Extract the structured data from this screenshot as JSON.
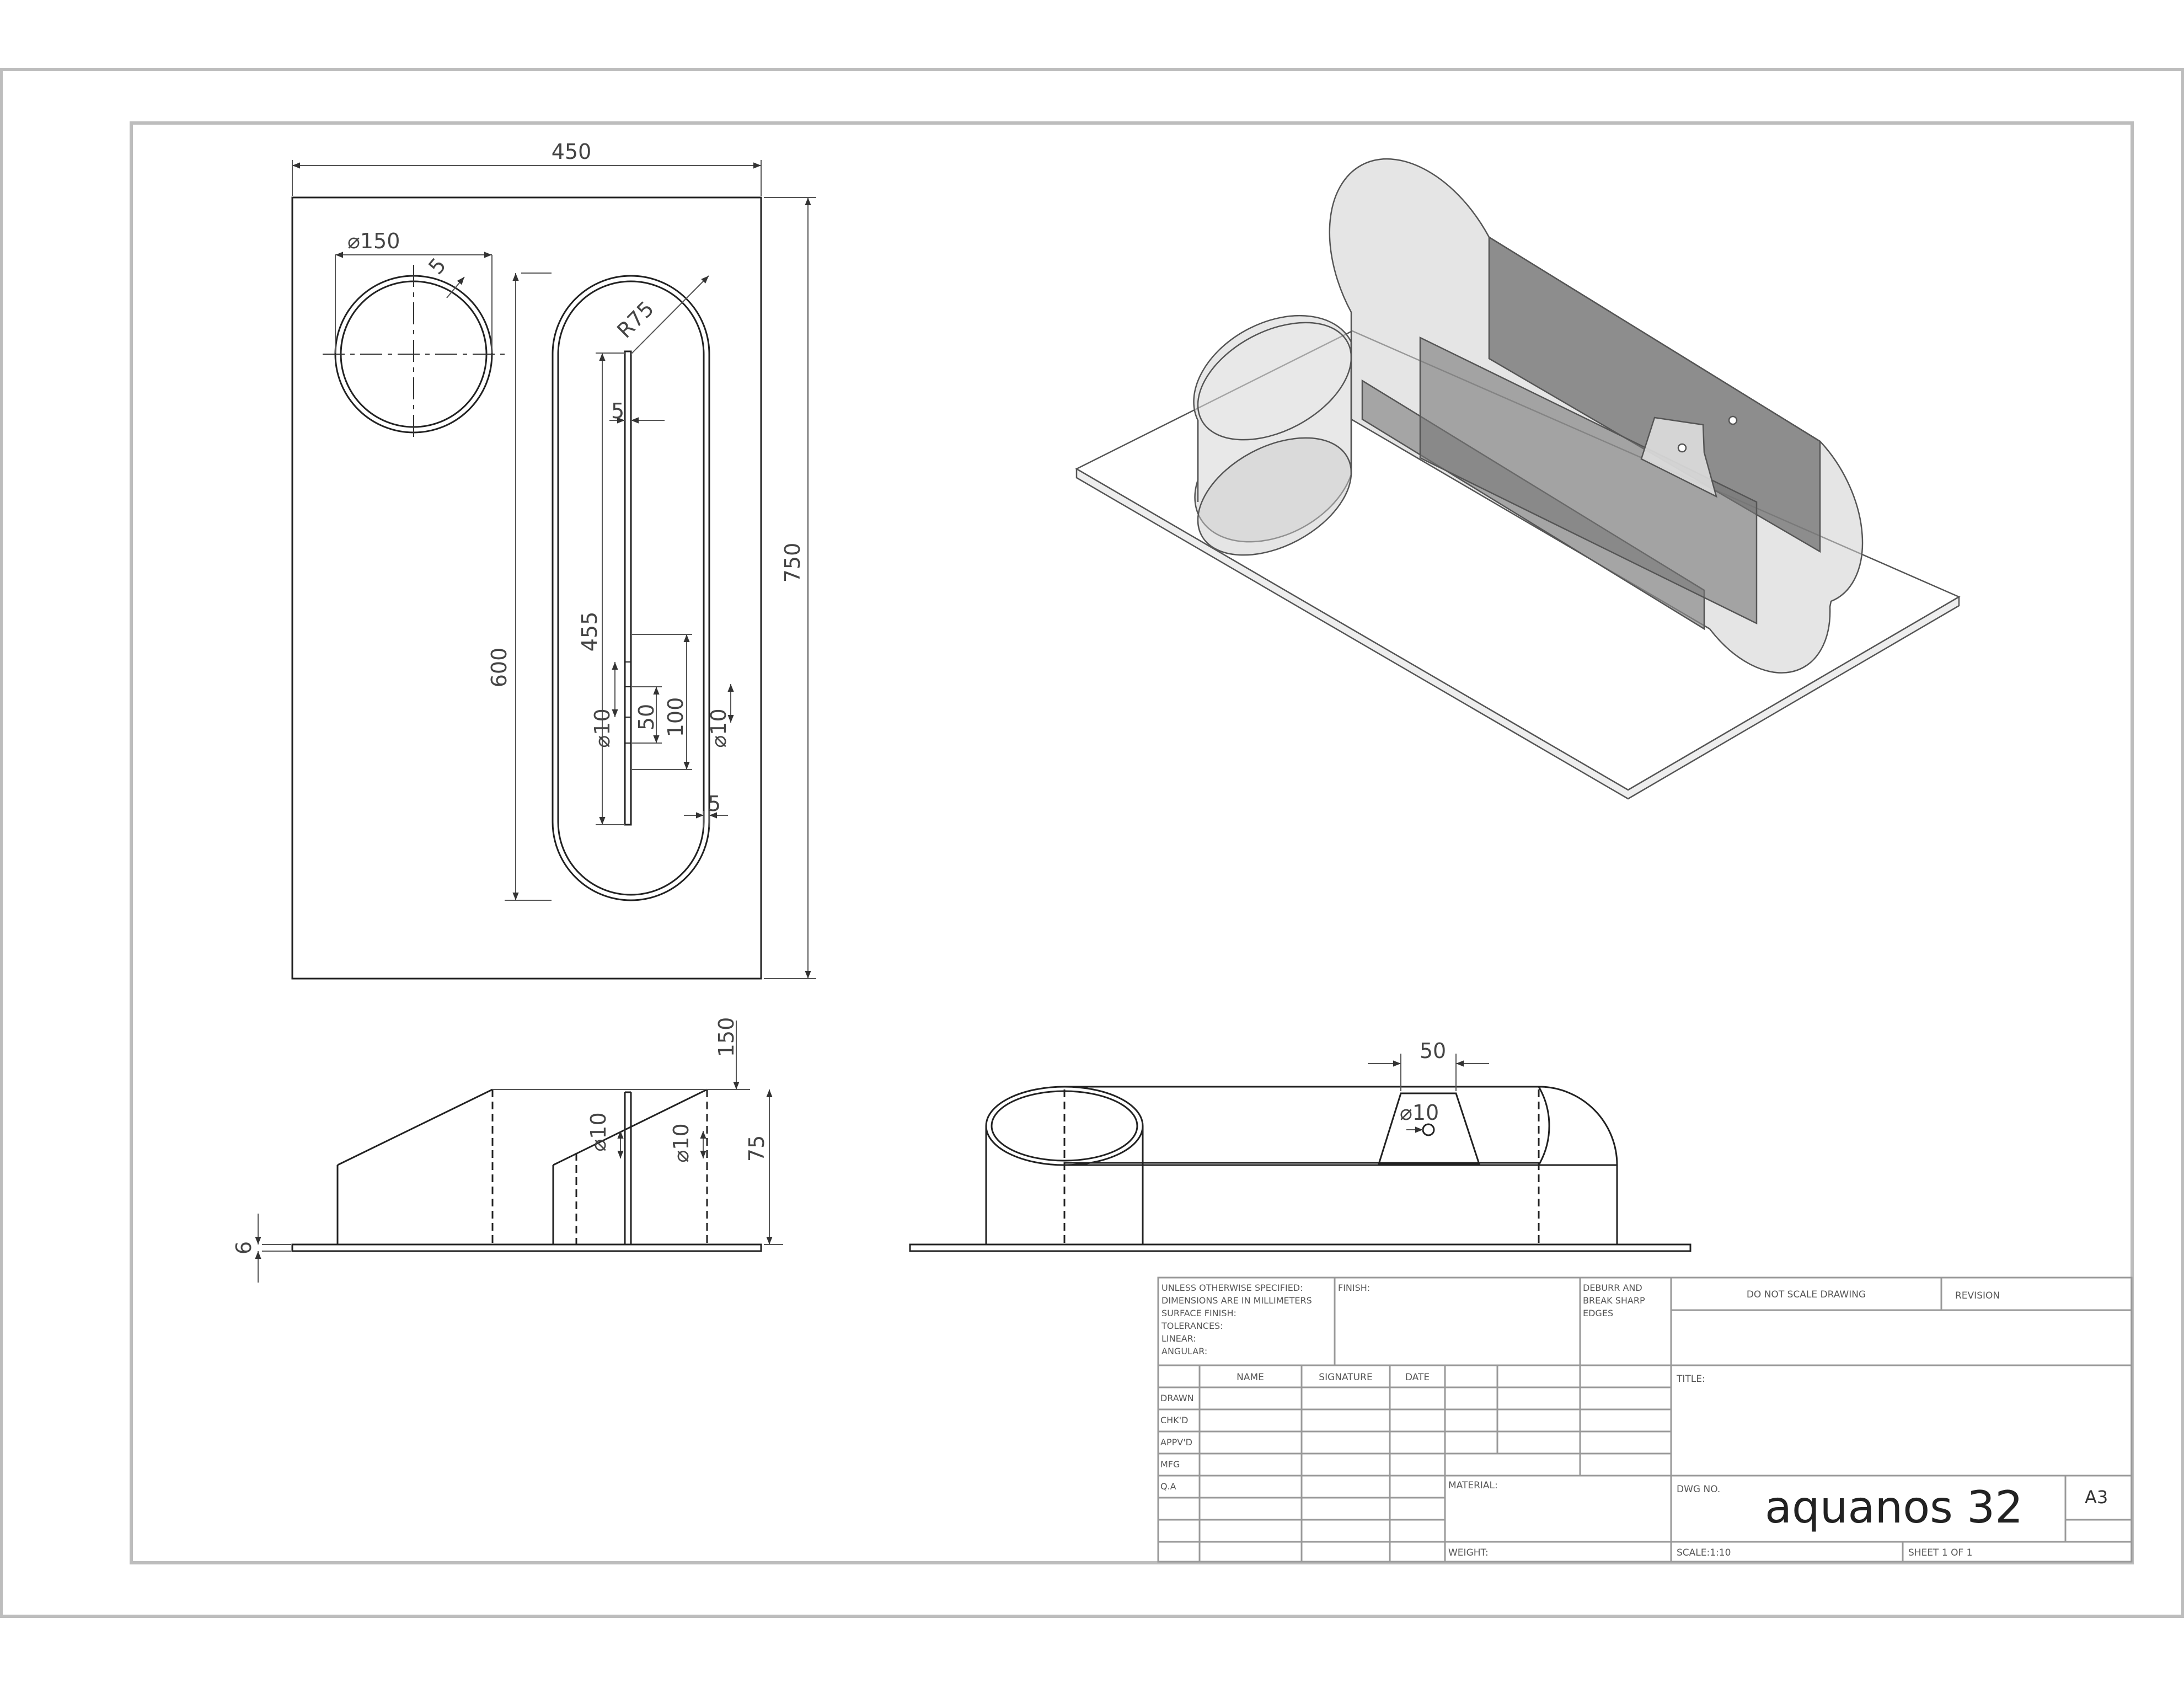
{
  "views": {
    "top": {
      "overall_width": "450",
      "overall_height": "750",
      "hole_dia": "⌀150",
      "ring_thick": "5",
      "slot_radius": "R75",
      "slot_length": "600",
      "baffle_len": "455",
      "baffle_thick": "5",
      "bottom_thick": "5",
      "hole_left": "⌀10",
      "hole_right": "⌀10",
      "spacing_50": "50",
      "spacing_100": "100"
    },
    "side": {
      "height_150": "150",
      "height_75": "75",
      "plate_6": "6",
      "hole_a": "⌀10",
      "hole_b": "⌀10"
    },
    "front": {
      "width_50": "50",
      "hole": "⌀10"
    }
  },
  "title_block": {
    "unless_lines": [
      "UNLESS OTHERWISE SPECIFIED:",
      "DIMENSIONS ARE IN MILLIMETERS",
      "SURFACE FINISH:",
      "TOLERANCES:",
      "   LINEAR:",
      "   ANGULAR:"
    ],
    "finish": "FINISH:",
    "deburr_lines": [
      "DEBURR AND",
      "BREAK SHARP",
      "EDGES"
    ],
    "do_not_scale": "DO NOT SCALE DRAWING",
    "revision": "REVISION",
    "col_name": "NAME",
    "col_signature": "SIGNATURE",
    "col_date": "DATE",
    "rows": [
      "DRAWN",
      "CHK'D",
      "APPV'D",
      "MFG",
      "Q.A"
    ],
    "title_label": "TITLE:",
    "material": "MATERIAL:",
    "weight": "WEIGHT:",
    "dwg_no_label": "DWG NO.",
    "dwg_name": "aquanos 32",
    "size": "A3",
    "scale": "SCALE:1:10",
    "sheet": "SHEET 1 OF 1"
  }
}
